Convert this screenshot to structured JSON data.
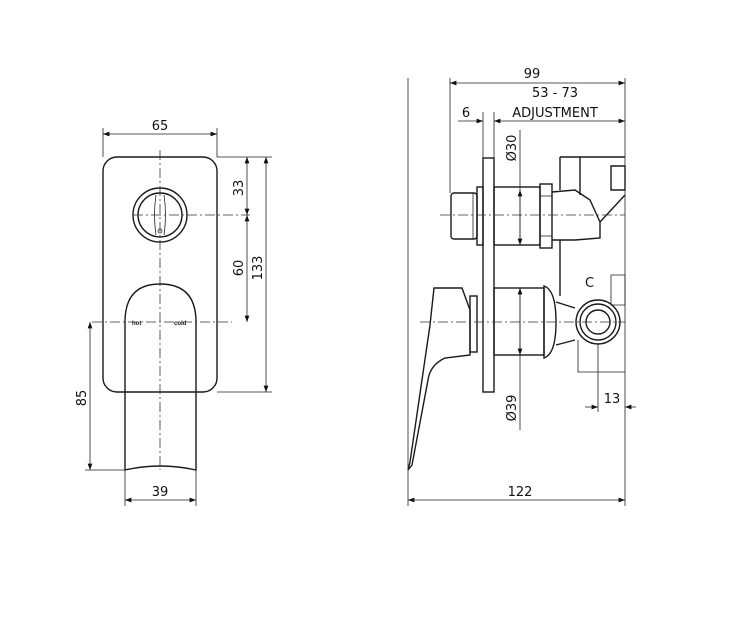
{
  "front_view": {
    "width_plate": "65",
    "knob_to_top": "33",
    "knob_to_lever": "60",
    "plate_height": "133",
    "lever_drop": "85",
    "lever_width": "39",
    "label_hot": "hot",
    "label_cold": "cold"
  },
  "side_view": {
    "overall_depth": "99",
    "adjustment_range": "53 - 73",
    "adjustment_label": "ADJUSTMENT",
    "plate_thickness": "6",
    "upper_diameter": "Ø30",
    "lower_diameter": "Ø39",
    "outlet_offset": "13",
    "overall_length": "122",
    "outlet_mark": "C"
  }
}
